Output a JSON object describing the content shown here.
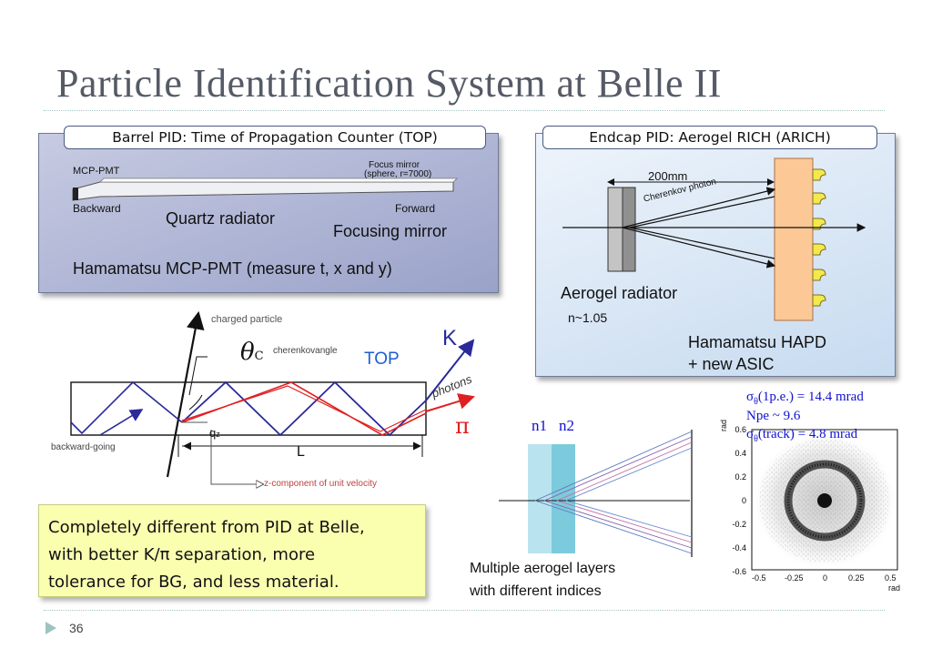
{
  "slide": {
    "title": "Particle Identification System at Belle II",
    "page_number": "36"
  },
  "top_panel": {
    "tab": "Barrel PID: Time of Propagation Counter (TOP)",
    "label_mcp": "MCP-PMT",
    "label_focus": "Focus mirror",
    "label_focus_sub": "(sphere, r=7000)",
    "label_backward": "Backward",
    "label_forward": "Forward",
    "quartz": "Quartz radiator",
    "focusing": "Focusing mirror",
    "hamamatsu": "Hamamatsu MCP-PMT (measure t, x and y)"
  },
  "arich_panel": {
    "tab": "Endcap PID: Aerogel RICH (ARICH)",
    "distance": "200mm",
    "cherenkov": "Cherenkov photon",
    "aerogel": "Aerogel radiator",
    "index": "n~1.05",
    "hapd_1": "Hamamatsu HAPD",
    "hapd_2": "+ new ASIC"
  },
  "top_diagram": {
    "charged_particle": "charged particle",
    "theta": "θ",
    "theta_sub": "C",
    "cherenkov_angle": "cherenkovangle",
    "top": "TOP",
    "k": "K",
    "pi": "π",
    "photons": "photons",
    "qz": "q",
    "qz_sub": "z",
    "backward_going": "backward-going",
    "l": "L",
    "z_component": "z-component of unit velocity",
    "colors": {
      "k": "#2a2a9a",
      "pi": "#e02020",
      "top": "#1e5fd0",
      "z_component": "#c04040"
    }
  },
  "multilayer": {
    "n1": "n1",
    "n2": "n2",
    "caption_1": "Multiple aerogel layers",
    "caption_2": "with different indices"
  },
  "ring_plot": {
    "res1_a": "σ",
    "res1_sub": "θ",
    "res1_b": "(1p.e.) = 14.4 mrad",
    "npe": "Npe ~ 9.6",
    "res2_a": "σ",
    "res2_sub": "θ",
    "res2_b": "(track) = 4.8 mrad",
    "y_unit": "rad",
    "x_unit": "rad",
    "y_ticks": [
      "0.6",
      "0.4",
      "0.2",
      "0",
      "-0.2",
      "-0.4",
      "-0.6"
    ],
    "x_ticks": [
      "-0.5",
      "-0.25",
      "0",
      "0.25",
      "0.5"
    ],
    "text_color": "#1010d0"
  },
  "callout": {
    "text_1": "Completely different from PID at Belle,",
    "text_2": "with better K/π separation, more",
    "text_3": "tolerance for BG, and less material."
  }
}
